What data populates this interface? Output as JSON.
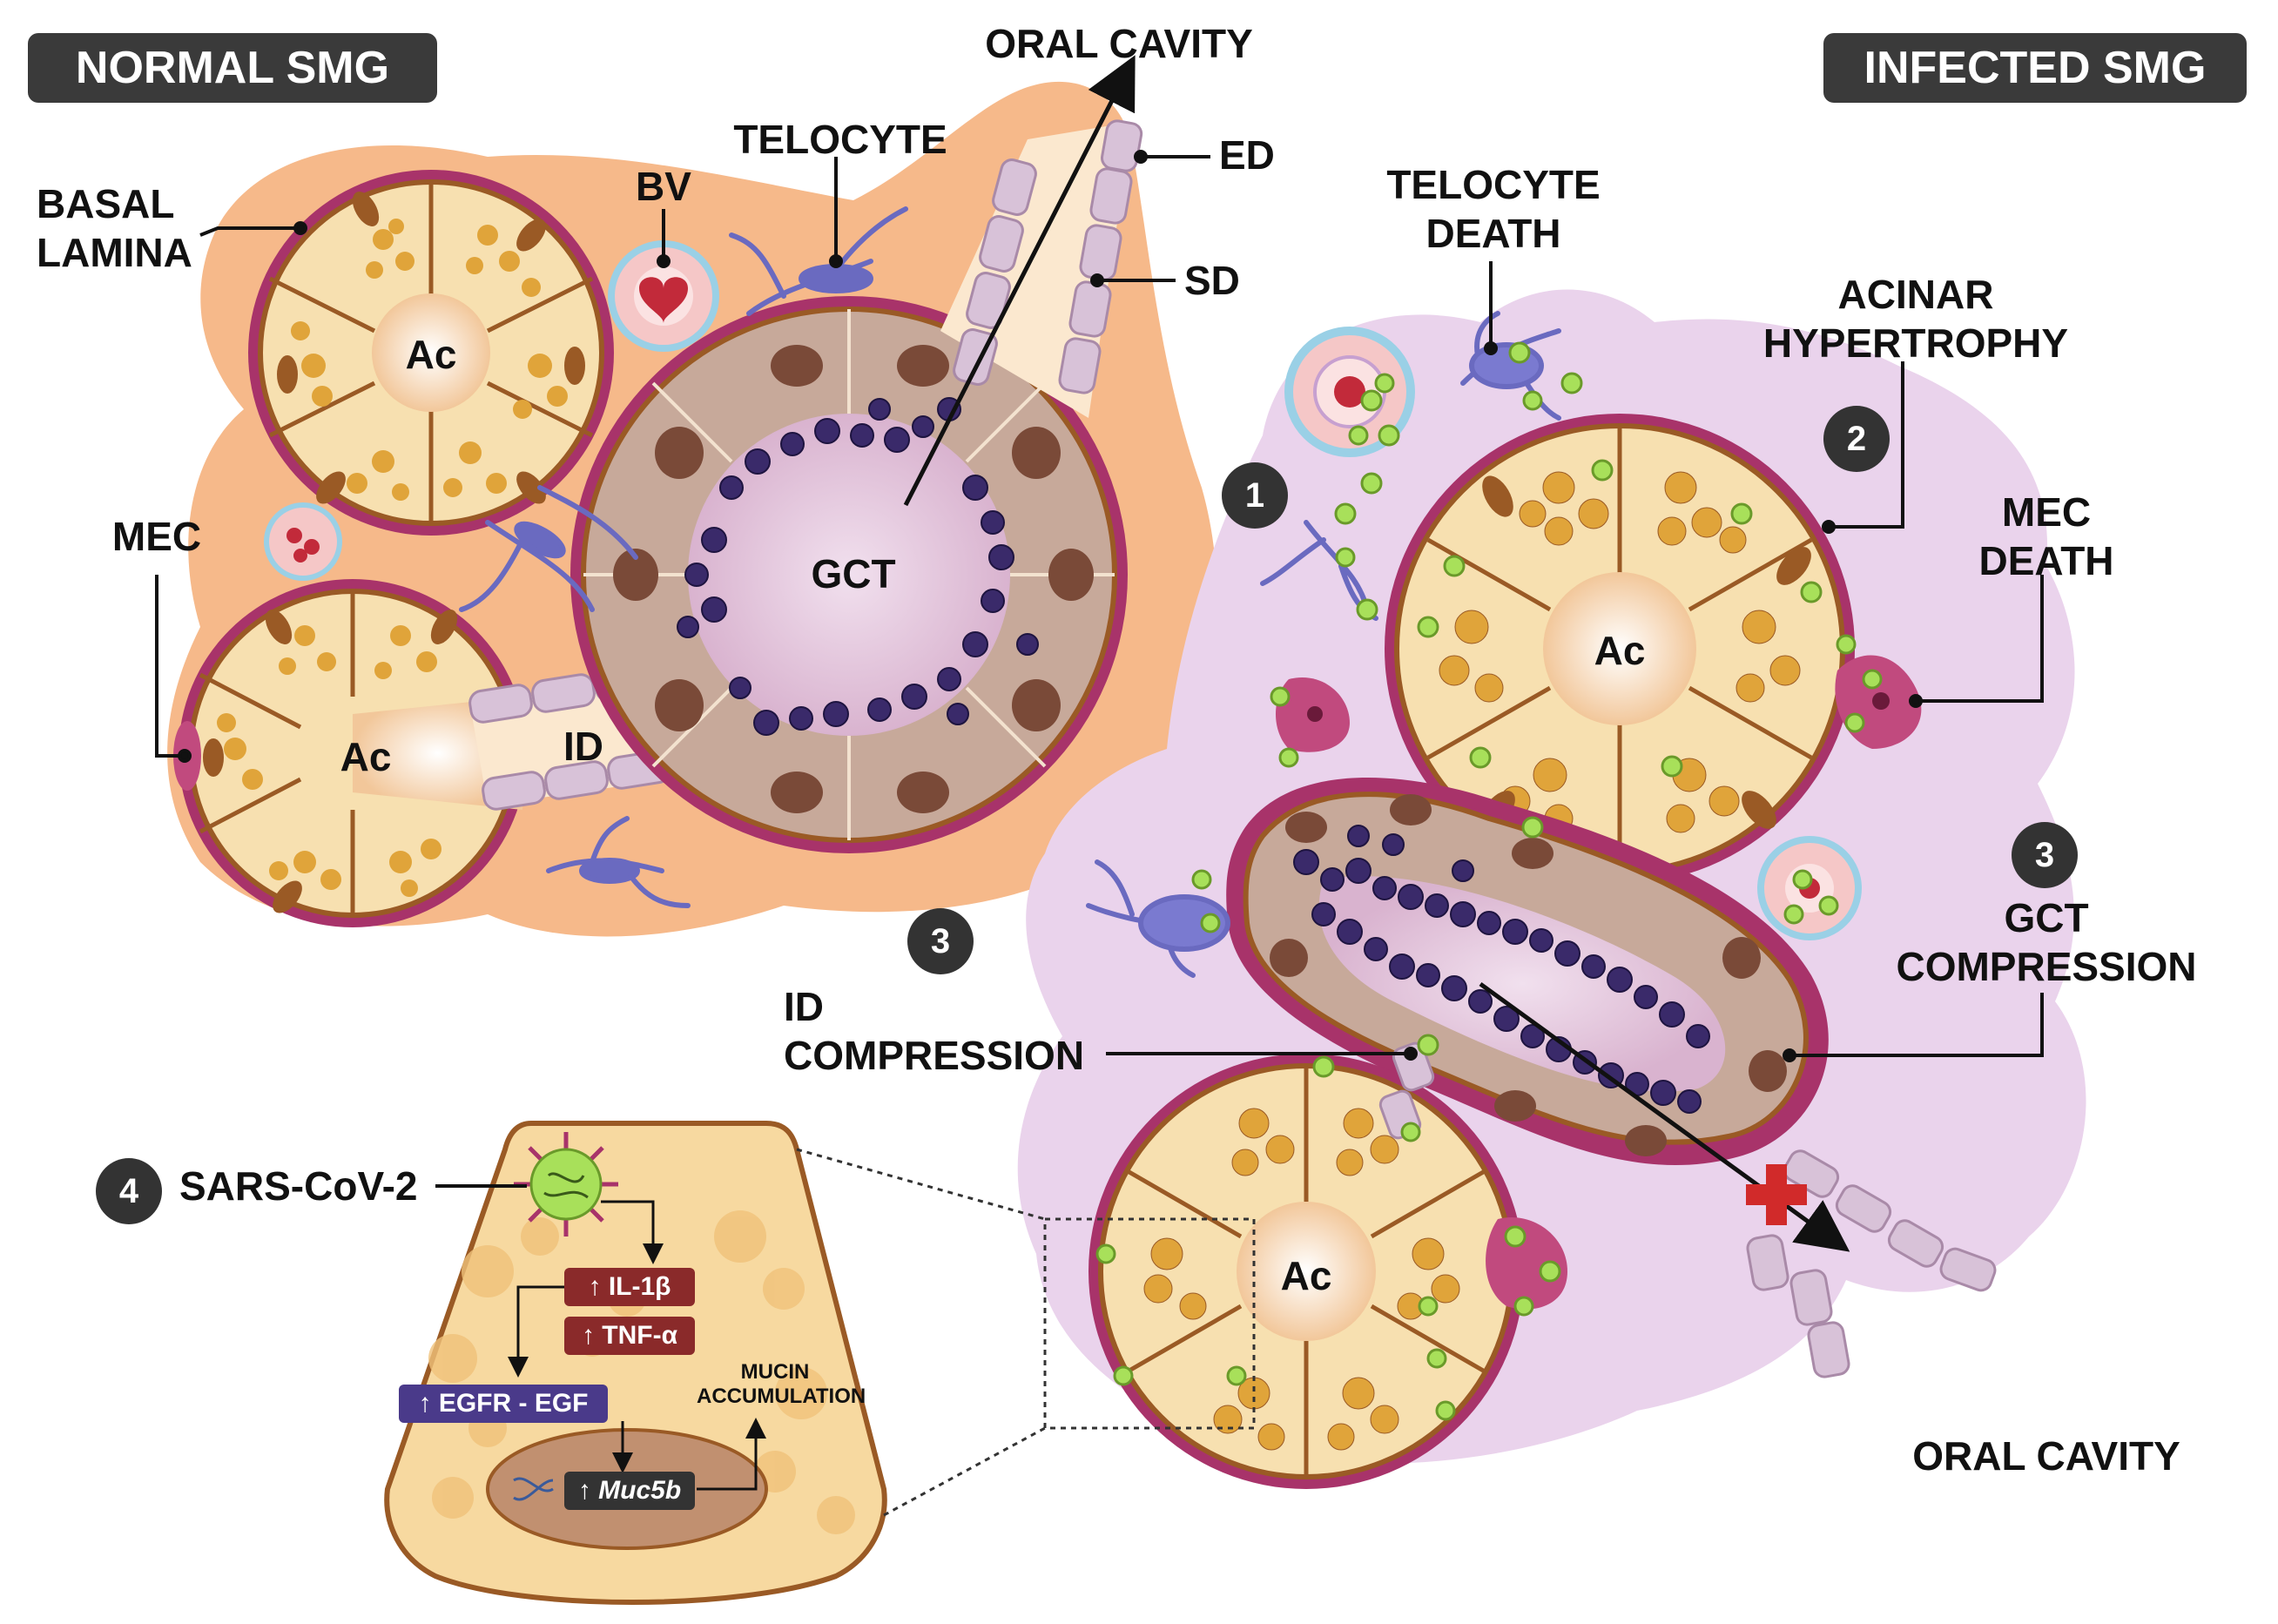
{
  "panels": {
    "normal_title": "NORMAL SMG",
    "infected_title": "INFECTED SMG"
  },
  "normal_labels": {
    "basal_lamina": "BASAL\nLAMINA",
    "bv": "BV",
    "telocyte": "TELOCYTE",
    "oral_cavity": "ORAL CAVITY",
    "ed": "ED",
    "sd": "SD",
    "mec": "MEC",
    "ac_top": "Ac",
    "ac_bottom": "Ac",
    "id": "ID",
    "gct": "GCT"
  },
  "infected_labels": {
    "telocyte_death": "TELOCYTE\nDEATH",
    "acinar_hypertrophy": "ACINAR\nHYPERTROPHY",
    "mec_death": "MEC\nDEATH",
    "ac_top": "Ac",
    "ac_bottom": "Ac",
    "gct_compression": "GCT\nCOMPRESSION",
    "id_compression": "ID\nCOMPRESSION",
    "oral_cavity": "ORAL CAVITY"
  },
  "badges": {
    "b1": "1",
    "b2": "2",
    "b3_left": "3",
    "b3_right": "3",
    "b4": "4"
  },
  "inset": {
    "virus_label": "SARS-CoV-2",
    "il1b": "↑ IL-1β",
    "tnf": "↑ TNF-α",
    "egfr": "↑ EGFR - EGF",
    "muc5b": "↑ Muc5b",
    "mucin": "MUCIN\nACCUMULATION"
  },
  "colors": {
    "normal_bg": "#f6b98a",
    "infected_bg": "#ead3ec",
    "cell_fill": "#f7e0b0",
    "granule": "#e0a43a",
    "membrane": "#9a5a25",
    "mec": "#a8336a",
    "gct_cell": "#c7a99a",
    "gct_nucleus": "#7a4a38",
    "secretory_granule": "#3a2a6a",
    "duct_cell": "#d8c2d8",
    "telocyte": "#6a6ac0",
    "virus": "#a8e05a",
    "label_box_red": "#8a2a2a",
    "label_box_purple": "#4a3a8a"
  }
}
